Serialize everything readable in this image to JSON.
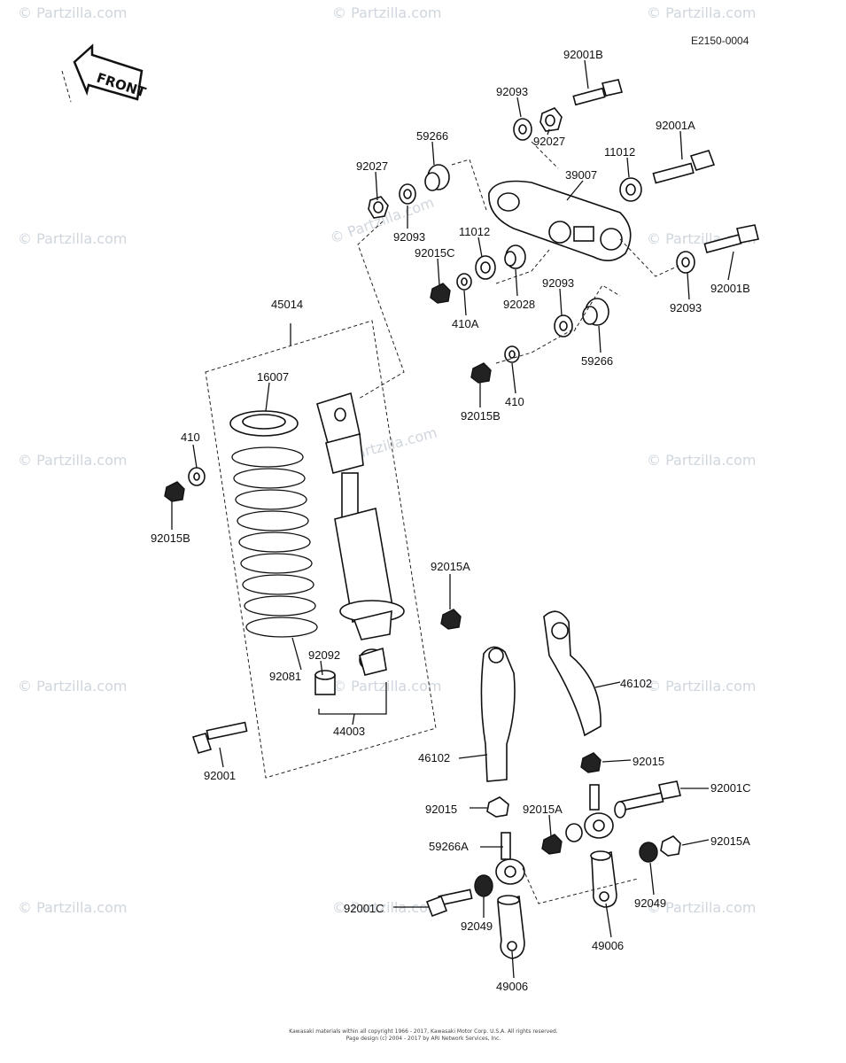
{
  "diagram": {
    "ref_code": "E2150-0004",
    "front_label": "FRONT",
    "footer": {
      "line1": "Kawasaki materials within all copyright 1966 - 2017, Kawasaki Motor Corp. U.S.A. All rights reserved.",
      "line2": "Page design (c) 2004 - 2017 by ARI Network Services, Inc."
    },
    "watermark": "© Partzilla.com",
    "parts": {
      "p92001B_top": "92001B",
      "p92093_top": "92093",
      "p92027_top": "92027",
      "p92001A": "92001A",
      "p11012_right": "11012",
      "p39007": "39007",
      "p59266_top": "59266",
      "p92027_left": "92027",
      "p92093_left": "92093",
      "p11012_mid": "11012",
      "p92015C": "92015C",
      "p92028": "92028",
      "p410A": "410A",
      "p92093_mid": "92093",
      "p59266_mid": "59266",
      "p410_mid": "410",
      "p92015B_mid": "92015B",
      "p92001B_right": "92001B",
      "p92093_right": "92093",
      "p45014": "45014",
      "p16007": "16007",
      "p410_left": "410",
      "p92015B_left": "92015B",
      "p92015A_center": "92015A",
      "p92092": "92092",
      "p92081": "92081",
      "p44003": "44003",
      "p92001": "92001",
      "p46102_right": "46102",
      "p46102_left": "46102",
      "p92015_right": "92015",
      "p92015_left": "92015",
      "p92015A_mid": "92015A",
      "p92001C_right": "92001C",
      "p59266A": "59266A",
      "p92015A_right": "92015A",
      "p92049_right": "92049",
      "p92001C_left": "92001C",
      "p92049_left": "92049",
      "p49006_right": "49006",
      "p49006_left": "49006"
    }
  }
}
